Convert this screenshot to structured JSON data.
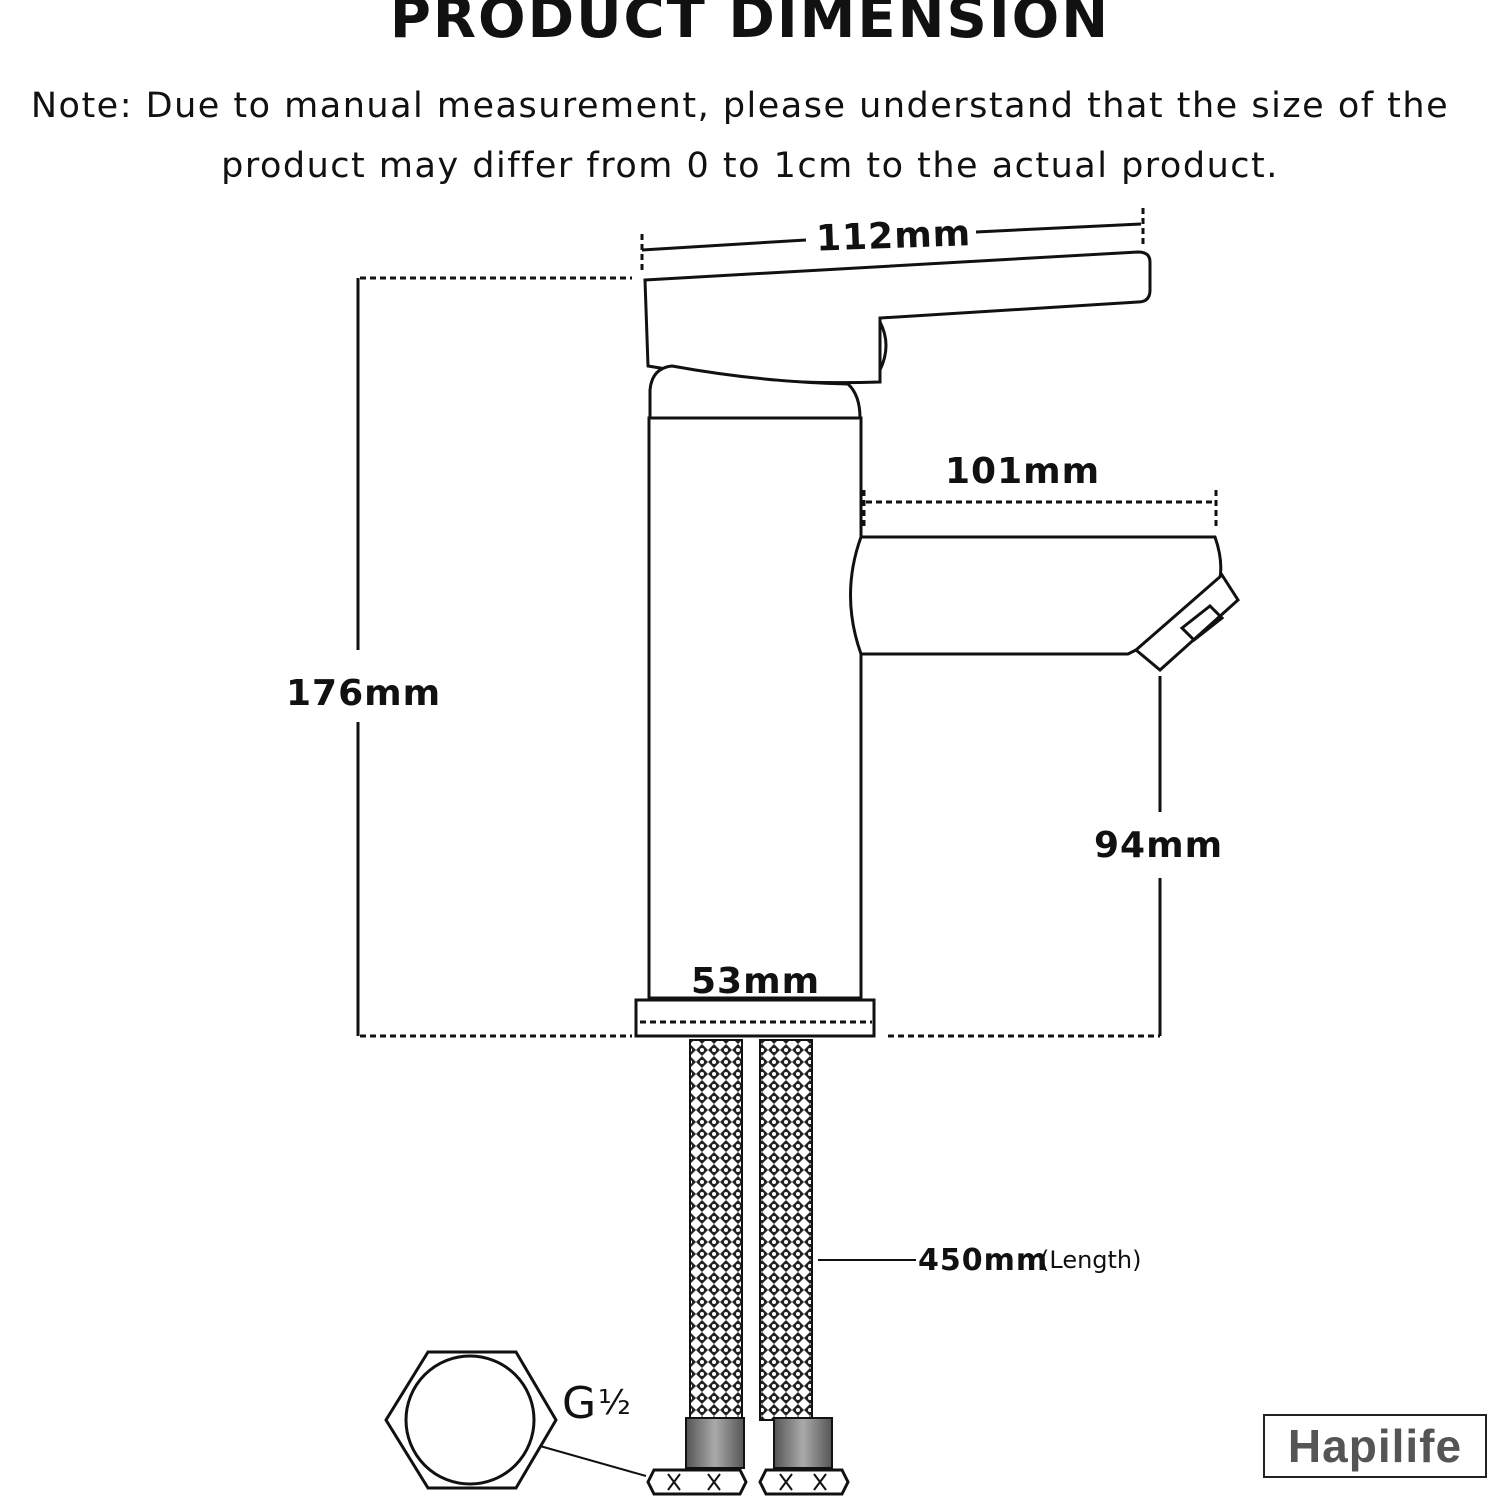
{
  "header": {
    "title": "PRODUCT DIMENSION",
    "note_line1": "Note: Due to manual measurement, please understand that the size of the",
    "note_line2": "product may differ from 0 to 1cm to the actual product."
  },
  "dimensions": {
    "handle_width": "112mm",
    "spout_length": "101mm",
    "total_height": "176mm",
    "spout_height": "94mm",
    "base_diameter": "53mm",
    "hose_length_value": "450mm",
    "hose_length_note": "(Length)",
    "thread_label": "G",
    "thread_fraction": "½"
  },
  "brand": {
    "name": "Hapilife"
  },
  "colors": {
    "line": "#111111",
    "background": "#ffffff"
  }
}
